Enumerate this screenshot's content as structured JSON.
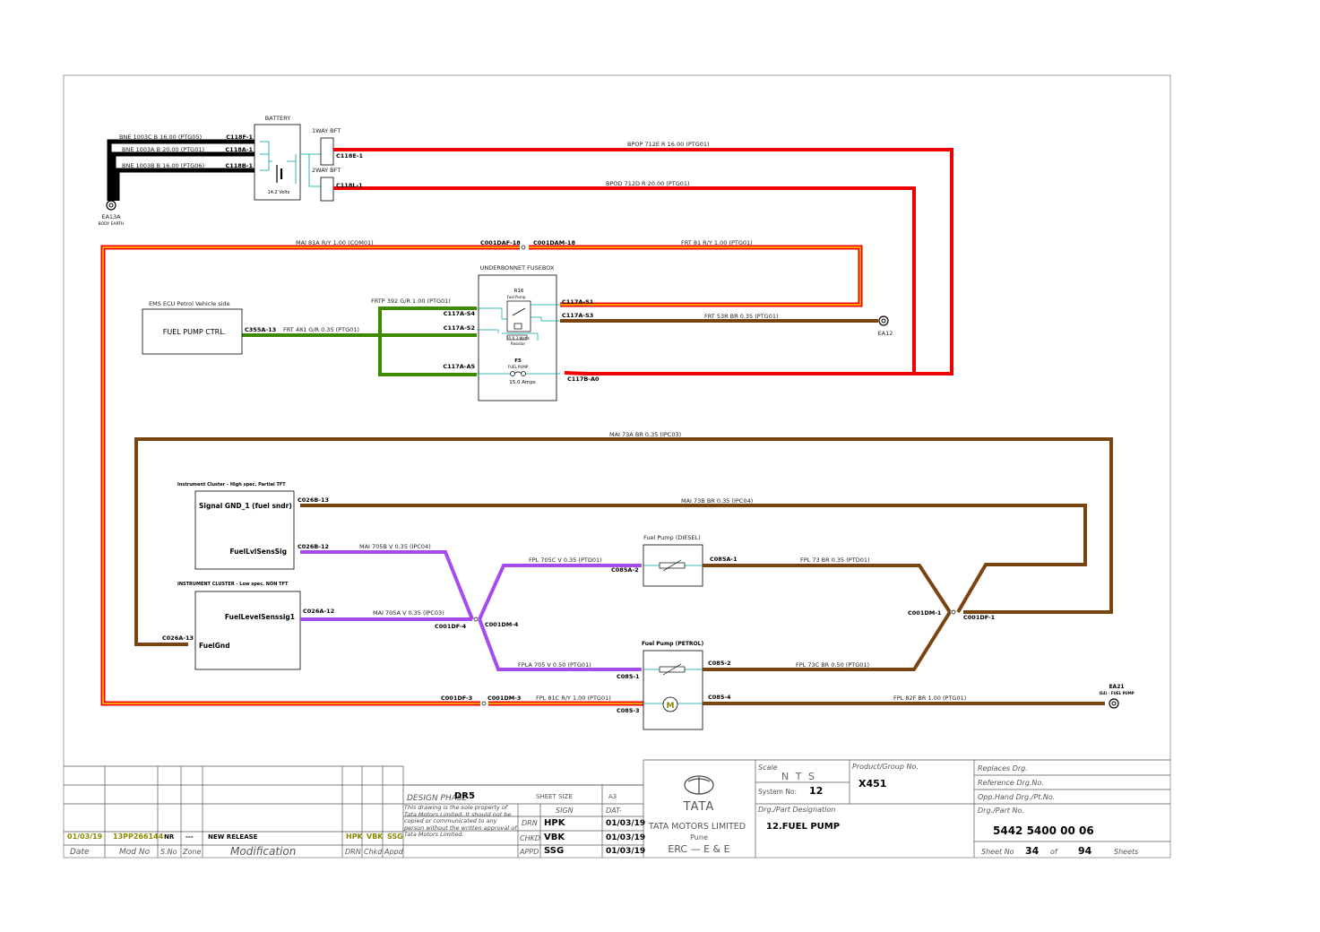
{
  "components": {
    "battery": {
      "title": "BATTERY",
      "voltage": "14.2 Volts"
    },
    "bft1": "1WAY BFT",
    "bft2": "2WAY BFT",
    "ea13a": {
      "name": "EA13A",
      "sub": "BODY EARTH"
    },
    "ems": {
      "title": "EMS ECU Petrol Vehicle side",
      "name": "FUEL PUMP CTRL."
    },
    "fusebox": {
      "title": "UNDERBONNET FUSEBOX",
      "relay": "R16",
      "relay_sub": "Fuel Pump",
      "resistor": "25 R 3 Watts",
      "resistor2": "Resistor",
      "fuse": "F5",
      "fuse_sub": "FUEL PUMP",
      "fuse_rating": "15.0 Amps"
    },
    "ea12": "EA12",
    "ic_high": {
      "title": "Instrument Cluster  - High spec. Partial TFT",
      "pin1": "Signal GND_1 (fuel sndr)",
      "pin2": "FuelLvlSensSig"
    },
    "ic_low": {
      "title": "INSTRUMENT CLUSTER - Low spec. NON TFT",
      "pin1": "FuelLevelSenssig1",
      "pin2": "FuelGnd"
    },
    "pump_diesel": "Fuel Pump (DIESEL)",
    "pump_petrol": "Fuel Pump (PETROL)",
    "ea21": {
      "name": "EA21",
      "sub": "(E4) - FUEL PUMP"
    }
  },
  "wires": {
    "bne1003c": "BNE  1003C  B  16.00  (PTG05)",
    "bne1003a": "BNE  1003A  B  20.00  (PTG01)",
    "bne1003b": "BNE  1003B  B  16.00  (PTG06)",
    "bpop712e": "BPOP  712E  R  16.00  (PTG01)",
    "bpod712d": "BPOD  712D  R  20.00  (PTG01)",
    "mai81a": "MAI  81A  R/Y  1.00  (COM01)",
    "frt81": "FRT  81  R/Y  1.00  (PTG01)",
    "frtp392": "FRTP  392  G/R  1.00  (PTG01)",
    "frt481": "FRT  481  G/R  0.35  (PTG01)",
    "frt53r": "FRT  53R  BR  0.35  (PTG01)",
    "mai73a": "MAI  73A  BR  0.35  (IPC03)",
    "mai73b": "MAI  73B  BR  0.35  (IPC04)",
    "mai705b": "MAI  705B  V  0.35  (IPC04)",
    "fpl705c": "FPL  705C  V  0.35  (PTD01)",
    "fpl73": "FPL  73  BR  0.35  (PTD01)",
    "mai705a": "MAI  705A  V  0.35  (IPC03)",
    "fpla705": "FPLA  705  V  0.50  (PTG01)",
    "fpl73c": "FPL  73C  BR  0.50  (PTG01)",
    "fpl81c": "FPL  81C  R/Y  1.00  (PTG01)",
    "fpl82f": "FPL  82F  BR  1.00  (PTG01)"
  },
  "connectors": {
    "c118f1": "C118F-1",
    "c118a1": "C118A-1",
    "c118b1": "C118B-1",
    "c118e1": "C118E-1",
    "c118l1": "C118L-1",
    "c001daf18": "C001DAF-18",
    "c001dam18": "C001DAM-18",
    "c117as1": "C117A-S1",
    "c117as3": "C117A-S3",
    "c117as4": "C117A-S4",
    "c117as2": "C117A-S2",
    "c117a5": "C117A-A5",
    "c117ba0": "C117B-A0",
    "c355a13": "C355A-13",
    "c026b13": "C026B-13",
    "c026b12": "C026B-12",
    "c026a12": "C026A-12",
    "c026a13": "C026A-13",
    "c001df4": "C001DF-4",
    "c001dm4": "C001DM-4",
    "c085a2": "C085A-2",
    "c085a1": "C085A-1",
    "c001dm1": "C001DM-1",
    "c001df1": "C001DF-1",
    "c0852": "C085-2",
    "c0851": "C085-1",
    "c0854": "C085-4",
    "c0853": "C085-3",
    "c001df3": "C001DF-3",
    "c001dm3": "C001DM-3"
  },
  "title_block": {
    "revision": {
      "date": "01/03/19",
      "mod": "13PP266144",
      "sno": "NR",
      "zone": "---",
      "modification": "NEW RELEASE",
      "drn": "HPK",
      "chkd": "VBK",
      "appd": "SSG"
    },
    "headers": {
      "date": "Date",
      "mod": "Mod No",
      "sno": "S.No",
      "zone": "Zone",
      "modification": "Modification",
      "drn": "DRN",
      "chkd": "Chkd",
      "appd": "Appd"
    },
    "design_phase_label": "DESIGN PHASE",
    "design_phase": "DR5",
    "sheet_size_label": "SHEET SIZE",
    "sheet_size": "A3",
    "sign_label": "SIGN",
    "date_label": "DAT-",
    "notice1": "This drawing is the sole property of Tata Motors Limited.",
    "notice2": "It should not be copied or communicated to any person without the written approval of Tata Motors Limited.",
    "drn_label": "DRN",
    "drn": "HPK",
    "drn_date": "01/03/19",
    "chkd_label": "CHKD",
    "chkd": "VBK",
    "chkd_date": "01/03/19",
    "appd_label": "APPD",
    "appd": "SSG",
    "appd_date": "01/03/19",
    "logo": "TATA",
    "company": "TATA MOTORS LIMITED",
    "city": "Pune",
    "dept": "ERC — E & E",
    "scale_label": "Scale",
    "scale": "N T S",
    "system_label": "System No:",
    "system": "12",
    "product_label": "Product/Group No.",
    "product": "X451",
    "part_desig_label": "Drg./Part Designation",
    "part_desig": "12.FUEL PUMP",
    "replaces_label": "Replaces Drg.",
    "reference_label": "Reference Drg.No.",
    "opp_label": "Opp.Hand Drg./Pt.No.",
    "part_no_label": "Drg./Part No.",
    "part_no": "5442 5400 00 06",
    "sheet_label": "Sheet No",
    "sheet_no": "34",
    "of_label": "of",
    "sheets_total": "94",
    "sheets_label": "Sheets"
  }
}
